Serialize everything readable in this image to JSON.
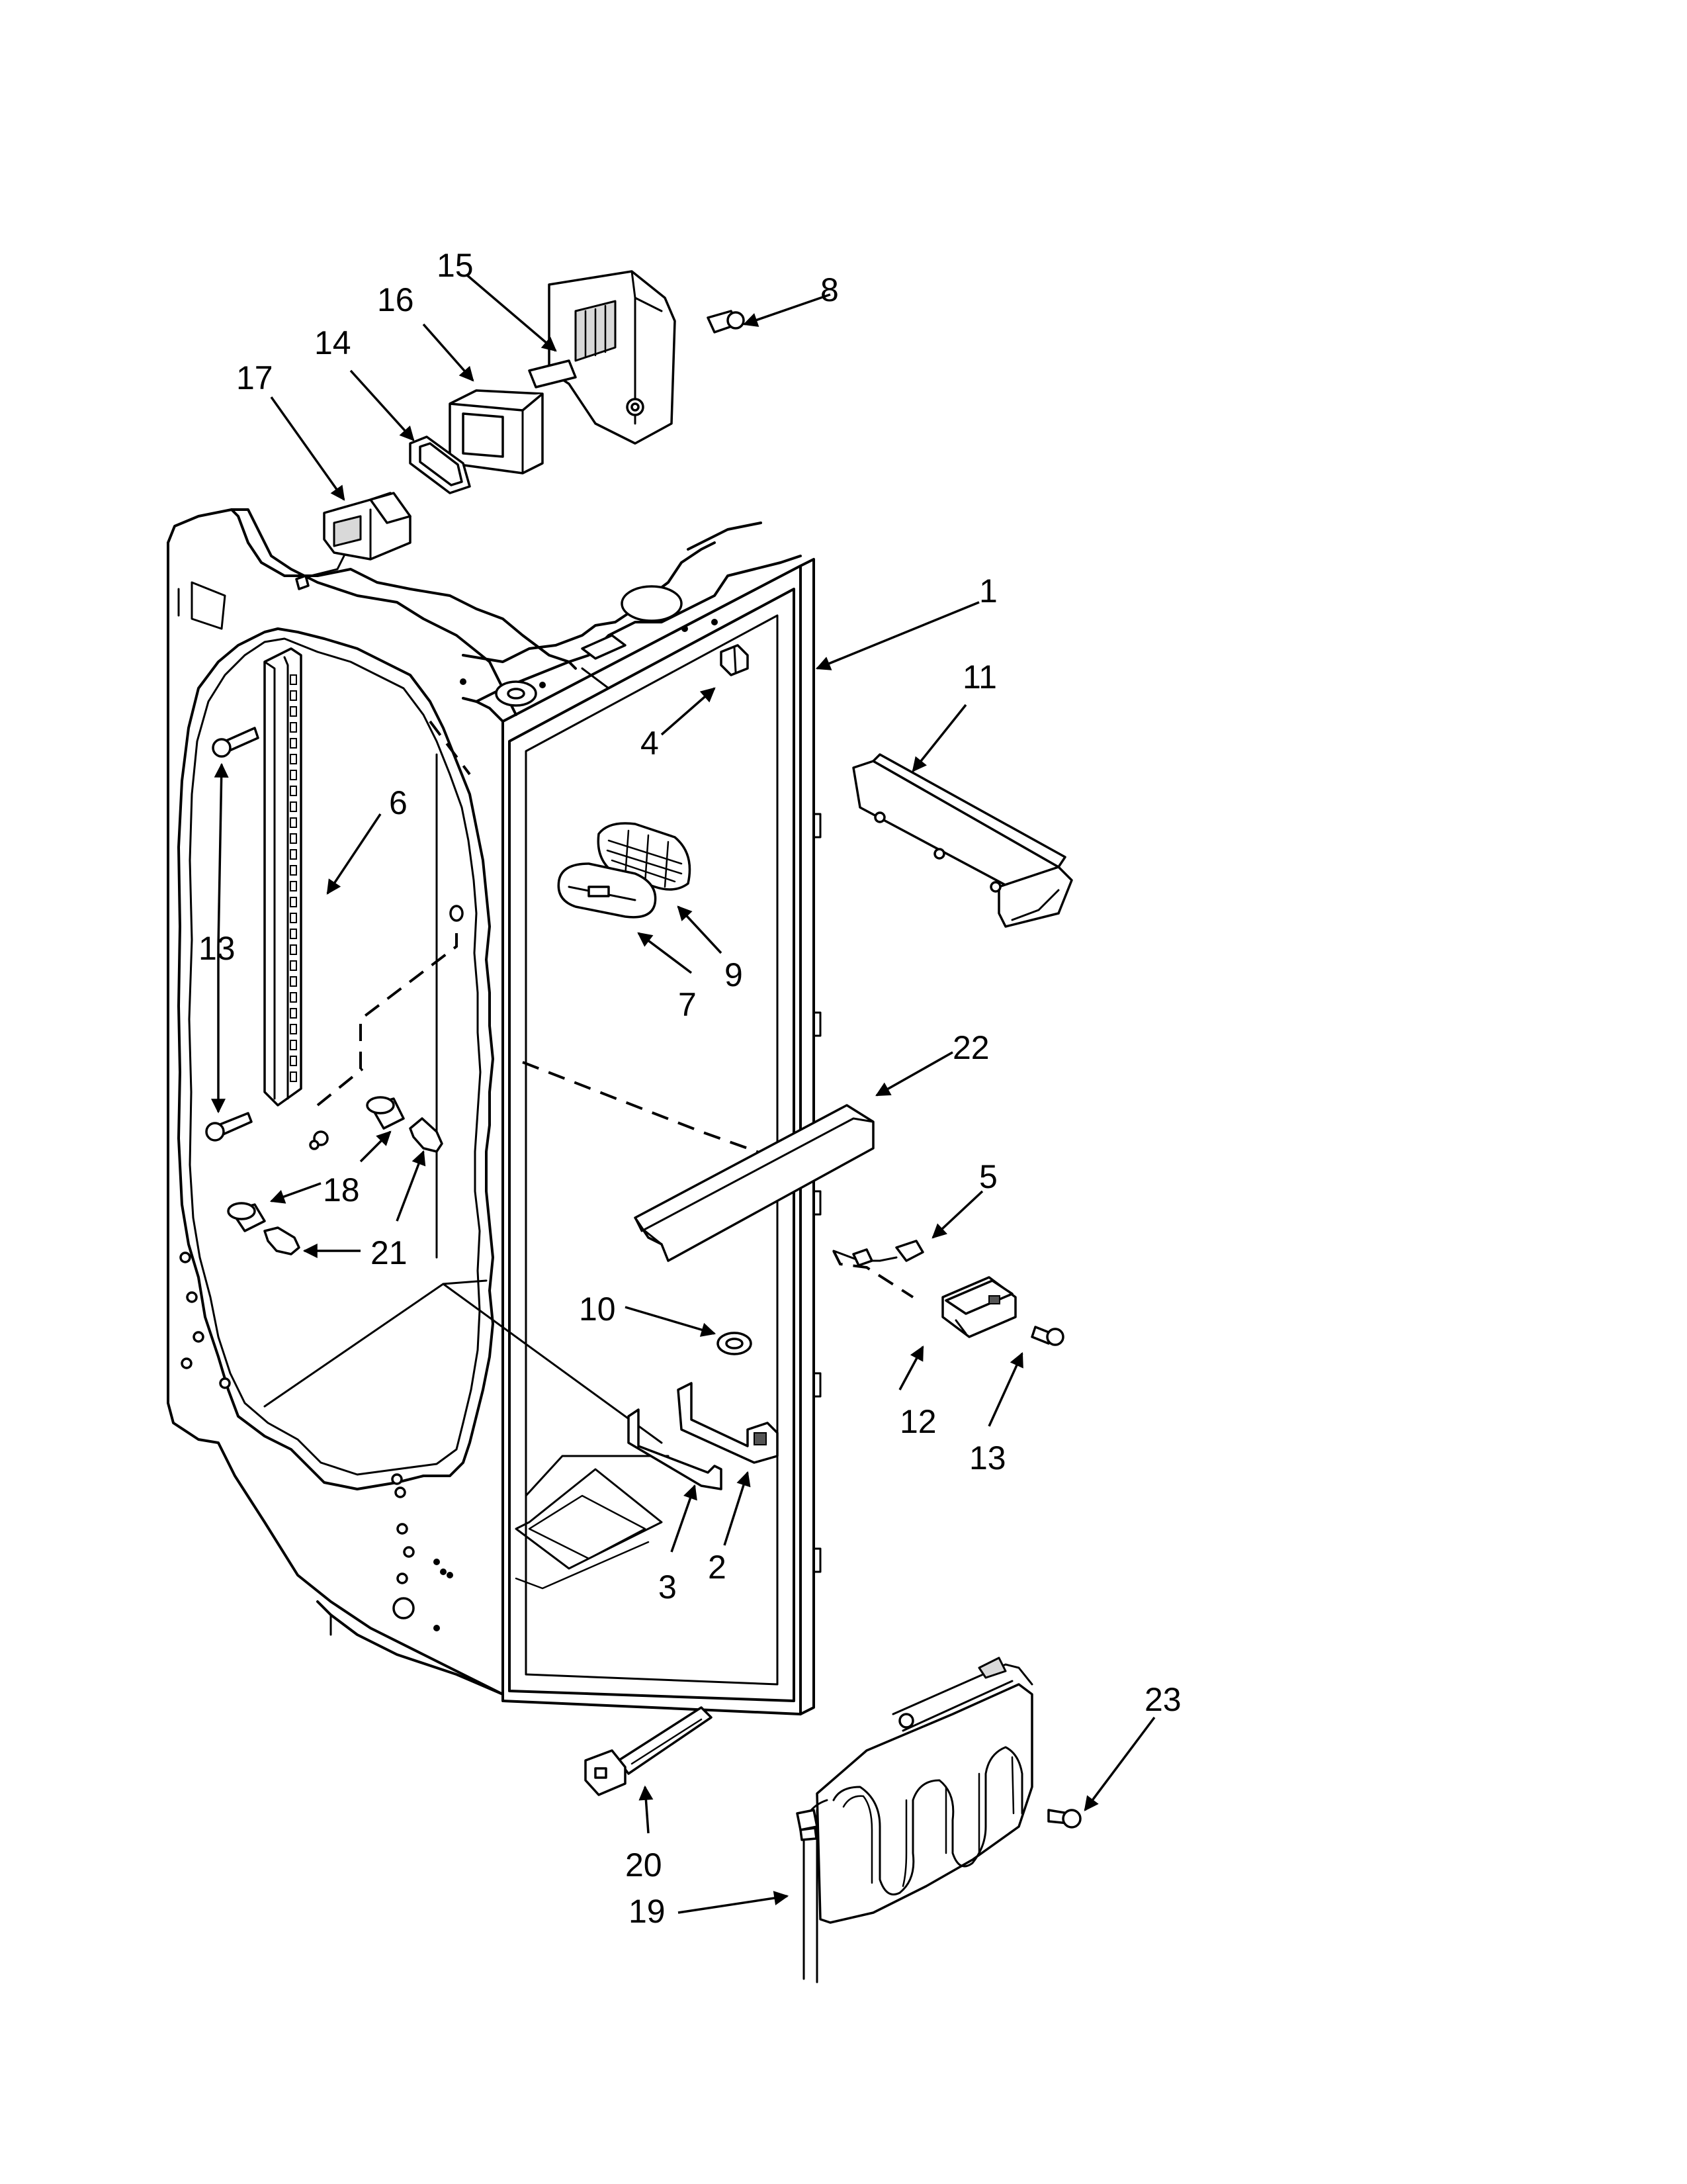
{
  "callouts": {
    "n1": "1",
    "n2": "2",
    "n3": "3",
    "n4": "4",
    "n5": "5",
    "n6": "6",
    "n7": "7",
    "n8": "8",
    "n9": "9",
    "n10": "10",
    "n11": "11",
    "n12": "12",
    "n13a": "13",
    "n13b": "13",
    "n14": "14",
    "n15": "15",
    "n16": "16",
    "n17": "17",
    "n18": "18",
    "n19": "19",
    "n20": "20",
    "n21": "21",
    "n22": "22",
    "n23": "23"
  }
}
